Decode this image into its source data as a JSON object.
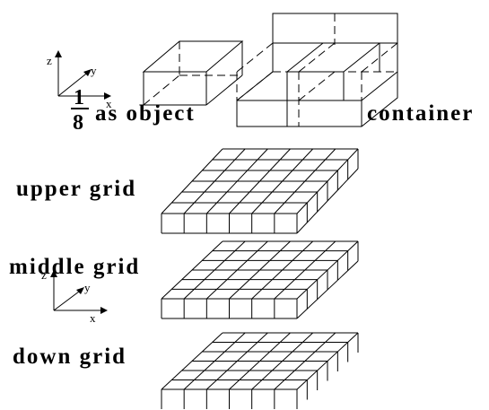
{
  "labels": {
    "fraction_numerator": "1",
    "fraction_denominator": "8",
    "object": "as object",
    "container": "container",
    "upper_grid": "upper grid",
    "middle_grid": "middle grid",
    "down_grid": "down grid"
  },
  "axes": {
    "top": {
      "x": "x",
      "y": "y",
      "z": "z"
    },
    "bottom": {
      "x": "x",
      "y": "y",
      "z": "z"
    }
  },
  "grids": [
    {
      "name": "upper grid",
      "columns": 6,
      "rows": 6
    },
    {
      "name": "middle grid",
      "columns": 6,
      "rows": 6
    },
    {
      "name": "down grid",
      "columns": 6,
      "rows": 6
    }
  ]
}
